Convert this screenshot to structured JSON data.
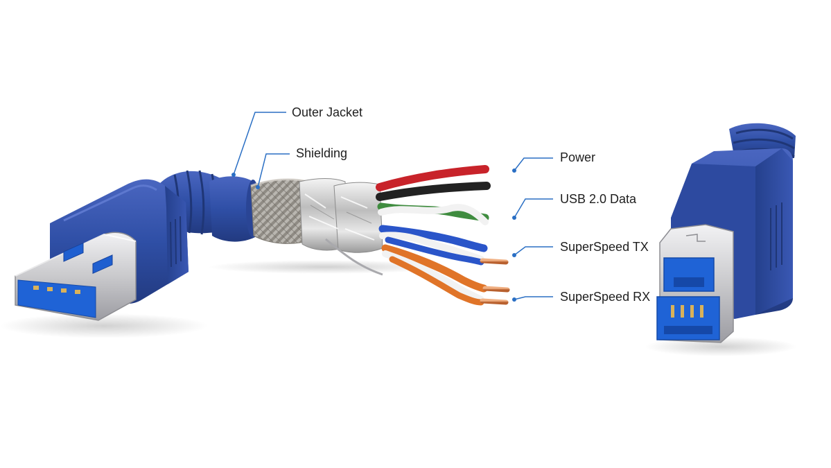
{
  "labels": {
    "outer_jacket": "Outer Jacket",
    "shielding": "Shielding",
    "power": "Power",
    "usb2_data": "USB 2.0 Data",
    "superspeed_tx": "SuperSpeed TX",
    "superspeed_rx": "SuperSpeed RX"
  },
  "colors": {
    "jacket_blue": "#2f4fa6",
    "connector_blue": "#1f63d6",
    "callout_line": "#2a6fc4",
    "braid": "#9a9a9a",
    "foil": "#d6d6d6",
    "copper": "#d07a4a",
    "wire_red": "#c8232a",
    "wire_black": "#222222",
    "wire_green": "#3f8c3f",
    "wire_blue": "#2a55c9",
    "wire_orange": "#e07428",
    "metal": "#c9c9cc"
  }
}
